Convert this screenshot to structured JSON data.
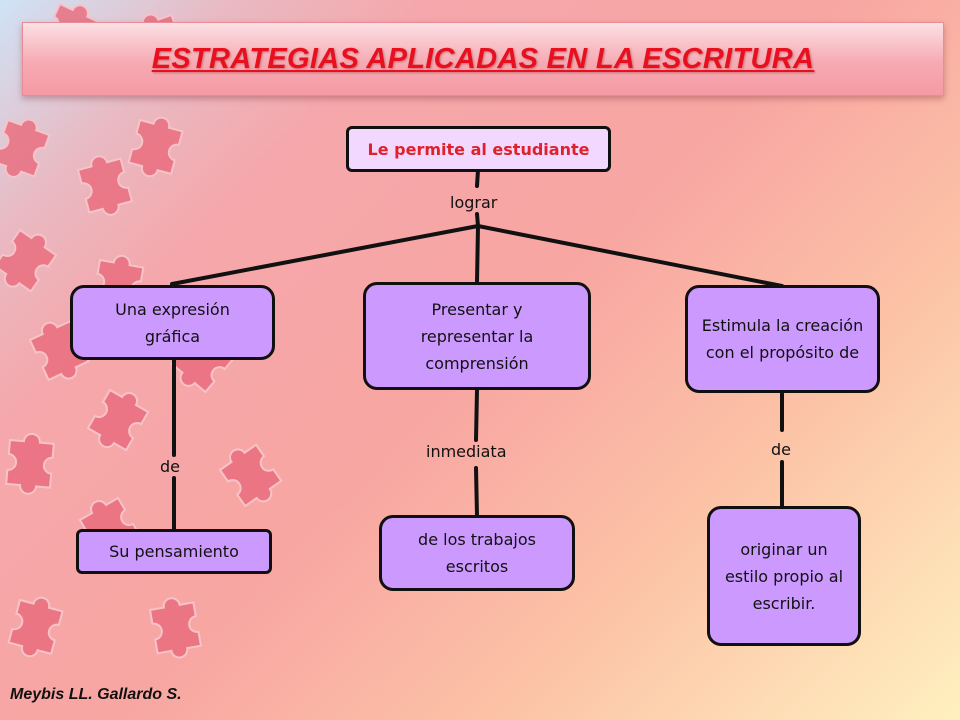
{
  "title": "ESTRATEGIAS APLICADAS EN LA ESCRITURA",
  "root": "Le permite al estudiante",
  "connector_main": "lograr",
  "branches": [
    {
      "top": "Una expresión gráfica",
      "link": "de",
      "bottom": "Su pensamiento"
    },
    {
      "top": "Presentar y representar la comprensión",
      "link": "inmediata",
      "bottom": "de los trabajos escritos"
    },
    {
      "top": "Estimula la creación con el propósito de",
      "link": "de",
      "bottom": "originar un estilo propio al escribir."
    }
  ],
  "author": "Meybis LL. Gallardo S.",
  "colors": {
    "node_fill": "#cc99ff",
    "root_fill": "#f2d8ff",
    "title_text": "#e8101f",
    "root_text": "#e0202a",
    "puzzle": "#e8697a"
  }
}
